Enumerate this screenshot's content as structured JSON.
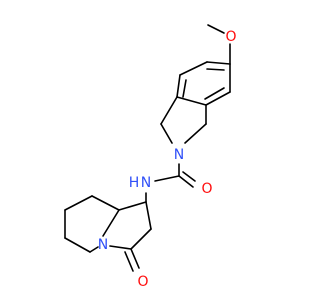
{
  "molecule": {
    "atoms": {
      "O1": {
        "symbol": "O",
        "color": "#ff0d0d"
      },
      "N1": {
        "symbol": "N",
        "color": "#3050f8"
      },
      "N2": {
        "symbol": "N",
        "color": "#3050f8"
      },
      "H2": {
        "symbol": "H",
        "color": "#3050f8"
      },
      "N3": {
        "symbol": "N",
        "color": "#3050f8"
      },
      "O2": {
        "symbol": "O",
        "color": "#ff0d0d"
      },
      "O3": {
        "symbol": "O",
        "color": "#ff0d0d"
      }
    },
    "bond_color": "#000000"
  }
}
